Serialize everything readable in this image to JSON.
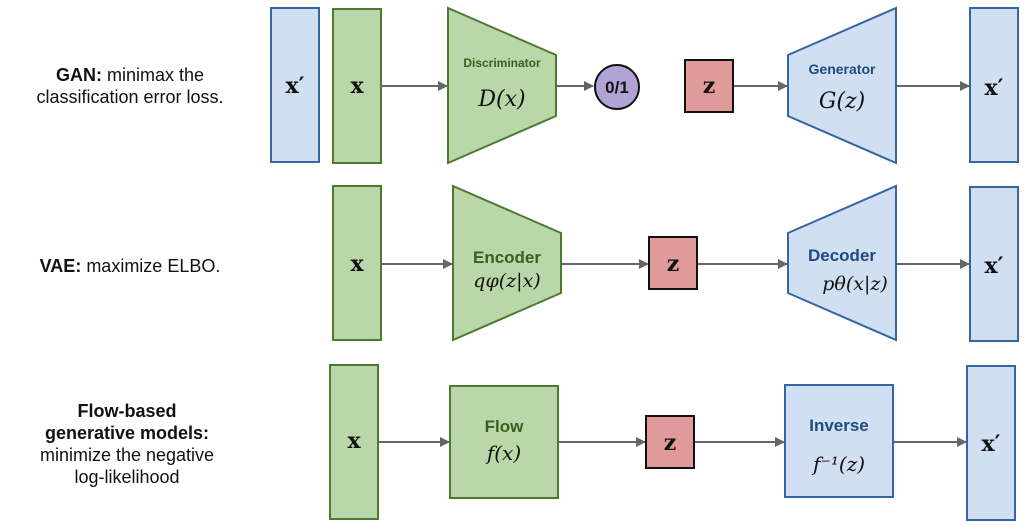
{
  "colors": {
    "green_fill": "#b9d7a8",
    "green_stroke": "#4e7a2f",
    "green_text": "#38601f",
    "blue_fill": "#d0e0f2",
    "blue_stroke": "#3465a4",
    "blue_text": "#1f4a80",
    "red_fill": "#e09a9a",
    "red_stroke": "#111111",
    "purple_fill": "#b3a2d6",
    "arrow": "#666666"
  },
  "rows": {
    "gan": {
      "desc_bold": "GAN:",
      "desc_rest": " minimax the",
      "desc_line2": "classification error loss.",
      "fake_input": "x′",
      "real_input": "x",
      "discriminator_title": "Discriminator",
      "discriminator_formula": "D(x)",
      "output": "0/1",
      "latent": "z",
      "generator_title": "Generator",
      "generator_formula": "G(z)",
      "generated": "x′"
    },
    "vae": {
      "desc_bold": "VAE:",
      "desc_rest": " maximize ELBO.",
      "input": "x",
      "encoder_title": "Encoder",
      "encoder_formula": "qφ(z|x)",
      "latent": "z",
      "decoder_title": "Decoder",
      "decoder_formula": "pθ(x|z)",
      "output": "x′"
    },
    "flow": {
      "desc_bold_line1": "Flow-based",
      "desc_bold_line2": "generative models:",
      "desc_line3": "minimize the negative",
      "desc_line4": "log-likelihood",
      "input": "x",
      "flow_title": "Flow",
      "flow_formula": "f(x)",
      "latent": "z",
      "inverse_title": "Inverse",
      "inverse_formula": "f⁻¹(z)",
      "output": "x′"
    }
  }
}
